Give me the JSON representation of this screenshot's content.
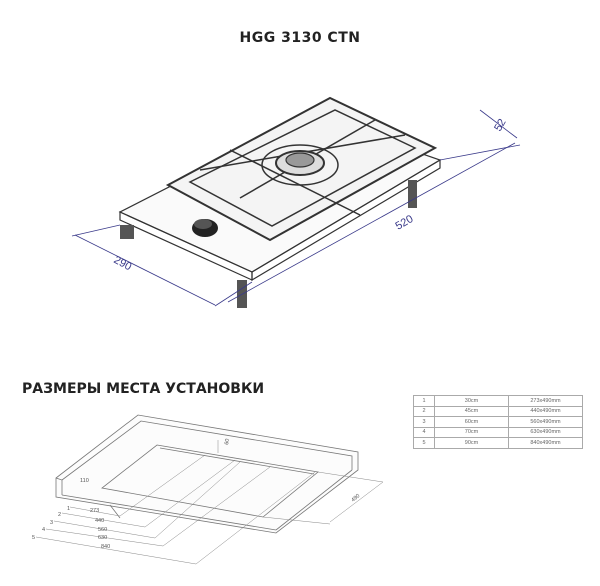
{
  "title": "HGG 3130 CTN",
  "install_title": "РАЗМЕРЫ МЕСТА УСТАНОВКИ",
  "hob_dimensions": {
    "width": "520",
    "depth": "290",
    "height": "52"
  },
  "cutout_dimensions": {
    "depth": "490",
    "back_offset": "60",
    "front_offset": "110",
    "widths": [
      {
        "num": "1",
        "value": "273"
      },
      {
        "num": "2",
        "value": "440"
      },
      {
        "num": "3",
        "value": "560"
      },
      {
        "num": "4",
        "value": "630"
      },
      {
        "num": "5",
        "value": "840"
      }
    ]
  },
  "size_table": [
    {
      "num": "1",
      "width": "30cm",
      "cutout": "273x490mm"
    },
    {
      "num": "2",
      "width": "45cm",
      "cutout": "440x490mm"
    },
    {
      "num": "3",
      "width": "60cm",
      "cutout": "560x490mm"
    },
    {
      "num": "4",
      "width": "70cm",
      "cutout": "630x490mm"
    },
    {
      "num": "5",
      "width": "90cm",
      "cutout": "840x490mm"
    }
  ]
}
